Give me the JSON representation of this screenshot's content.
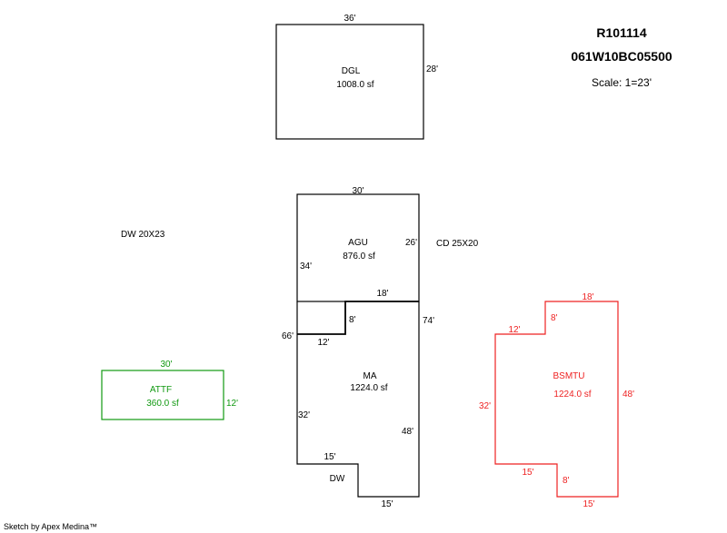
{
  "header": {
    "parcel_id": "R101114",
    "map_number": "061W10BC05500",
    "scale": "Scale: 1=23'"
  },
  "footer": {
    "credit": "Sketch by Apex Medina™"
  },
  "colors": {
    "default": "#000000",
    "attf": "#119911",
    "bsmtu": "#ee2222"
  },
  "notes": {
    "dw": "DW 20X23",
    "cd": "CD 25X20"
  },
  "areas": {
    "dgl": {
      "name": "DGL",
      "area": "1008.0 sf",
      "top": "36'",
      "right": "28'"
    },
    "agu": {
      "name": "AGU",
      "area": "876.0 sf",
      "top": "30'",
      "left": "34'",
      "right": "26'"
    },
    "ma": {
      "name": "MA",
      "area": "1224.0 sf",
      "step_top": "18'",
      "step_riser": "8'",
      "step_left": "12'",
      "left_outer": "66'",
      "right_outer": "74'",
      "left": "32'",
      "right": "48'",
      "bottom_left": "15'",
      "bottom": "15'",
      "dw_label": "DW"
    },
    "attf": {
      "name": "ATTF",
      "area": "360.0 sf",
      "top": "30'",
      "right": "12'"
    },
    "bsmtu": {
      "name": "BSMTU",
      "area": "1224.0 sf",
      "top": "18'",
      "step_riser": "8'",
      "step_left": "12'",
      "left": "32'",
      "right": "48'",
      "bottom_left": "15'",
      "bottom_riser": "8'",
      "bottom": "15'"
    }
  }
}
